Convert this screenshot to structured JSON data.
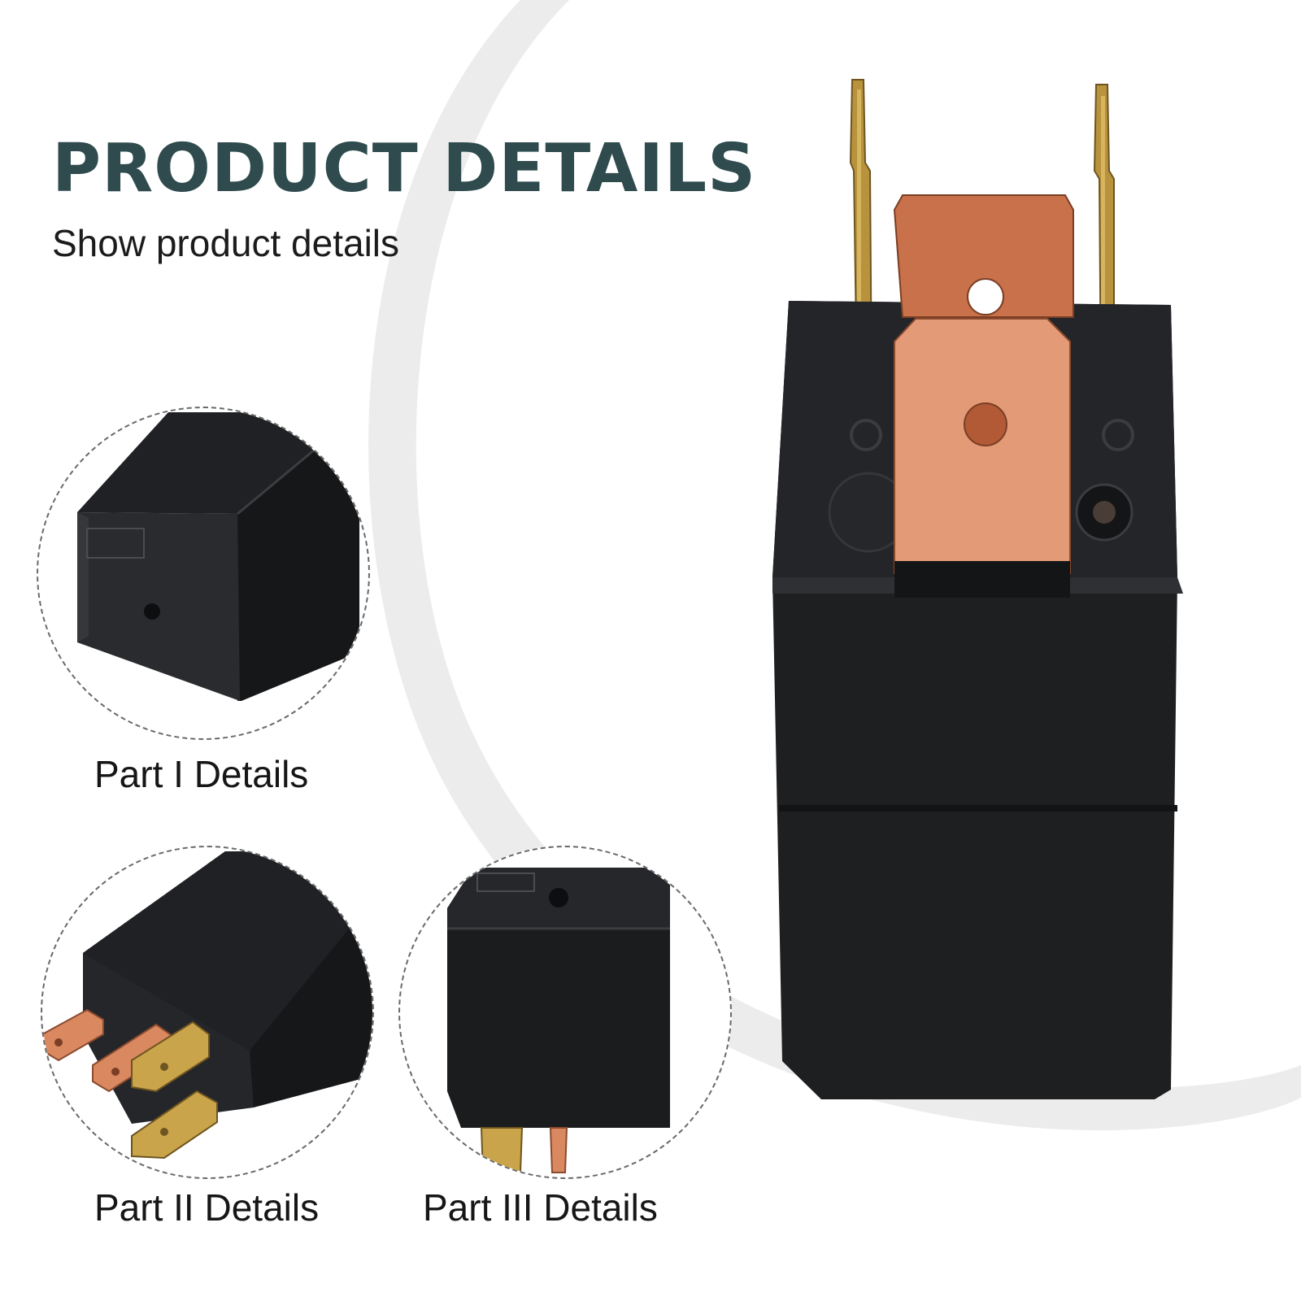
{
  "header": {
    "title": "PRODUCT DETAILS",
    "subtitle": "Show product details"
  },
  "details": [
    {
      "label": "Part I Details"
    },
    {
      "label": "Part II Details"
    },
    {
      "label": "Part III Details"
    }
  ],
  "colors": {
    "title": "#2f4b4e",
    "relay_body": "#1e1f21",
    "copper_terminal": "#e0906d",
    "brass_terminal": "#c9a44a",
    "background_arc": "#ececec"
  }
}
